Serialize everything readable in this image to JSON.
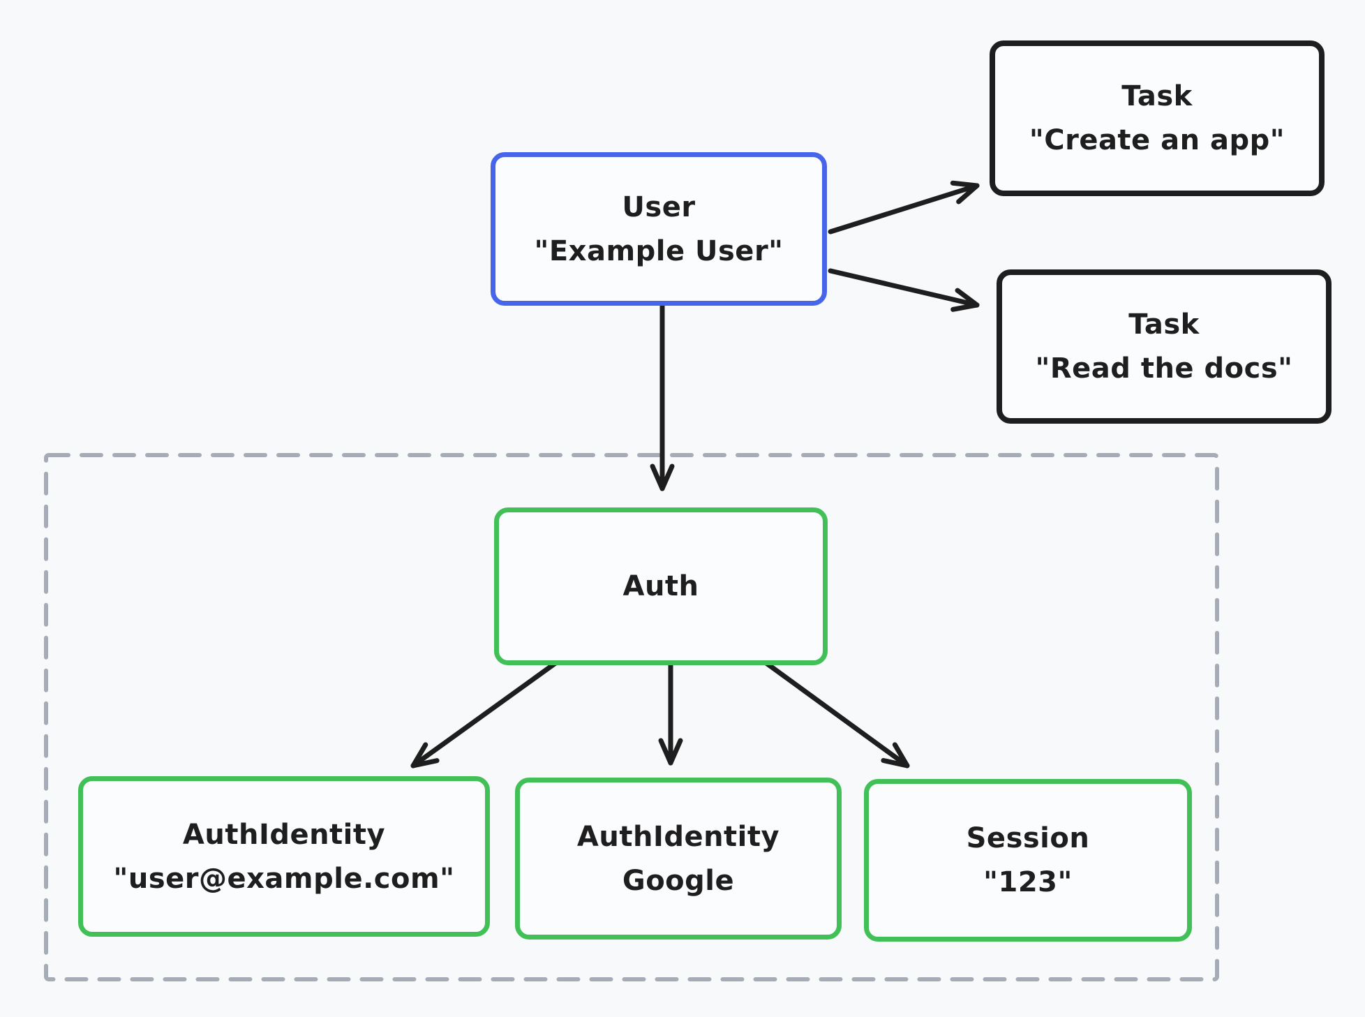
{
  "diagram": {
    "description": "Entity relationship sketch: a User owns Tasks and an Auth record; Auth owns AuthIdentities and a Session",
    "nodes": {
      "user": {
        "lines": [
          "User",
          "\"Example User\""
        ]
      },
      "task_create": {
        "lines": [
          "Task",
          "\"Create an app\""
        ]
      },
      "task_read": {
        "lines": [
          "Task",
          "\"Read the docs\""
        ]
      },
      "auth": {
        "lines": [
          "Auth",
          ""
        ]
      },
      "auth_identity_email": {
        "lines": [
          "AuthIdentity",
          "\"user@example.com\""
        ]
      },
      "auth_identity_google": {
        "lines": [
          "AuthIdentity",
          "Google"
        ]
      },
      "session": {
        "lines": [
          "Session",
          "\"123\""
        ]
      }
    },
    "edges": [
      {
        "from": "user",
        "to": "task_create"
      },
      {
        "from": "user",
        "to": "task_read"
      },
      {
        "from": "user",
        "to": "auth"
      },
      {
        "from": "auth",
        "to": "auth_identity_email"
      },
      {
        "from": "auth",
        "to": "auth_identity_google"
      },
      {
        "from": "auth",
        "to": "session"
      }
    ],
    "groups": [
      {
        "id": "auth_container",
        "style": "dashed",
        "contains": [
          "auth",
          "auth_identity_email",
          "auth_identity_google",
          "session"
        ]
      }
    ],
    "colors": {
      "background": "#f8f9fa",
      "stroke": "#1e1e1e",
      "user_accent_blue": "#4665e9",
      "auth_accent_green": "#40c057",
      "container_dash_gray": "#a6acb5",
      "node_fill": "#fbfcfd"
    }
  }
}
